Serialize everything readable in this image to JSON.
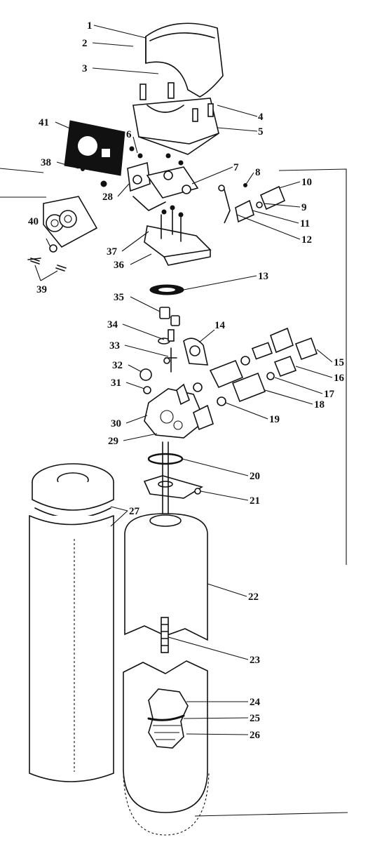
{
  "diagram": {
    "callouts": [
      {
        "id": "1",
        "label": "1"
      },
      {
        "id": "2",
        "label": "2"
      },
      {
        "id": "3",
        "label": "3"
      },
      {
        "id": "4",
        "label": "4"
      },
      {
        "id": "5",
        "label": "5"
      },
      {
        "id": "6",
        "label": "6"
      },
      {
        "id": "7",
        "label": "7"
      },
      {
        "id": "8",
        "label": "8"
      },
      {
        "id": "9",
        "label": "9"
      },
      {
        "id": "10",
        "label": "10"
      },
      {
        "id": "11",
        "label": "11"
      },
      {
        "id": "12",
        "label": "12"
      },
      {
        "id": "13",
        "label": "13"
      },
      {
        "id": "14",
        "label": "14"
      },
      {
        "id": "15",
        "label": "15"
      },
      {
        "id": "16",
        "label": "16"
      },
      {
        "id": "17",
        "label": "17"
      },
      {
        "id": "18",
        "label": "18"
      },
      {
        "id": "19",
        "label": "19"
      },
      {
        "id": "20",
        "label": "20"
      },
      {
        "id": "21",
        "label": "21"
      },
      {
        "id": "22",
        "label": "22"
      },
      {
        "id": "23",
        "label": "23"
      },
      {
        "id": "24",
        "label": "24"
      },
      {
        "id": "25",
        "label": "25"
      },
      {
        "id": "26",
        "label": "26"
      },
      {
        "id": "27",
        "label": "27"
      },
      {
        "id": "28",
        "label": "28"
      },
      {
        "id": "29",
        "label": "29"
      },
      {
        "id": "30",
        "label": "30"
      },
      {
        "id": "31",
        "label": "31"
      },
      {
        "id": "32",
        "label": "32"
      },
      {
        "id": "33",
        "label": "33"
      },
      {
        "id": "34",
        "label": "34"
      },
      {
        "id": "35",
        "label": "35"
      },
      {
        "id": "36",
        "label": "36"
      },
      {
        "id": "37",
        "label": "37"
      },
      {
        "id": "38",
        "label": "38"
      },
      {
        "id": "39",
        "label": "39"
      },
      {
        "id": "40",
        "label": "40"
      },
      {
        "id": "41",
        "label": "41"
      }
    ],
    "colors": {
      "ink": "#111111",
      "paper": "#ffffff"
    }
  }
}
